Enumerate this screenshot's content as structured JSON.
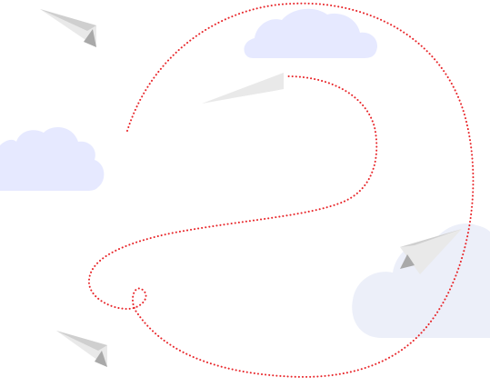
{
  "illustration": {
    "subject": "paper-planes-flight-path",
    "colors": {
      "background": "#ffffff",
      "flight_path": "#e8262a",
      "cloud_primary": "#e6e9ff",
      "cloud_secondary": "#eceff9",
      "plane_wing_light": "#e9e9e9",
      "plane_wing_shadow": "#cfcfcf",
      "plane_fold": "#a9a9a9"
    },
    "elements": {
      "clouds": [
        "cloud-top",
        "cloud-left",
        "cloud-right"
      ],
      "planes": [
        "plane-top-left",
        "plane-mid-top",
        "plane-right",
        "plane-bottom-left"
      ]
    }
  }
}
